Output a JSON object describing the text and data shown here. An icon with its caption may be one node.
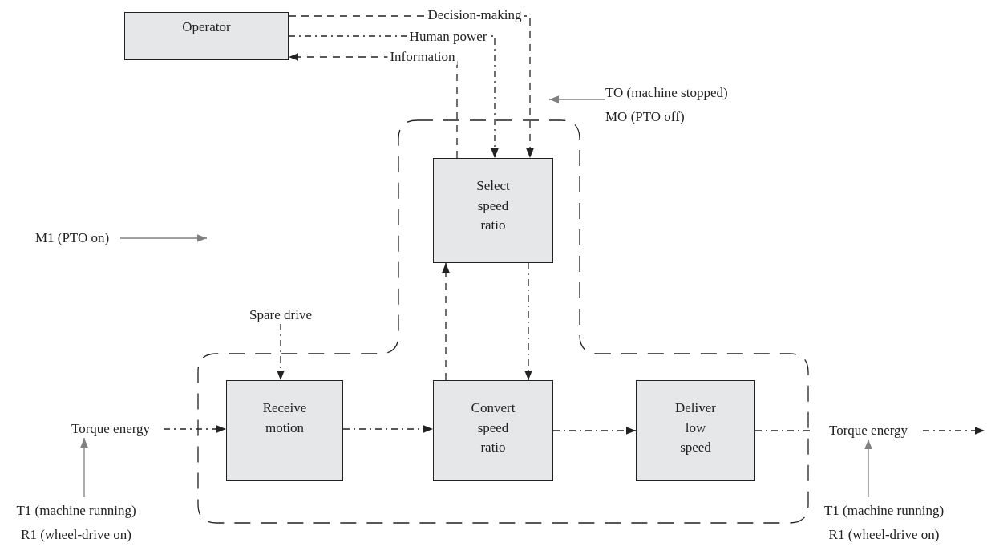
{
  "diagram": {
    "nodes": [
      {
        "text": [
          "Operator"
        ]
      },
      {
        "text": [
          "Select speed ratio"
        ]
      },
      {
        "text": [
          "Receive motion"
        ]
      },
      {
        "text": [
          "Convert speed ratio"
        ]
      },
      {
        "text": [
          "Deliver low speed"
        ]
      },
      {
        "text": [
          "Spare drive"
        ]
      },
      {
        "text": [
          "Torque energy"
        ]
      },
      {
        "text": [
          "Torque energy"
        ]
      },
      {
        "text": [
          "TO (machine stopped)",
          "MO (PTO off)"
        ]
      },
      {
        "text": [
          "M1 (PTO on)"
        ]
      },
      {
        "text": [
          "T1 (machine running)",
          "R1 (wheel-drive on)"
        ]
      },
      {
        "text": [
          "T1 (machine running)",
          "R1 (wheel-drive on)"
        ]
      }
    ],
    "edges": [
      {
        "from": 0,
        "to": 1,
        "arrow": "to",
        "label": "Decision-making",
        "style": "dashed"
      },
      {
        "from": 0,
        "to": 1,
        "arrow": "to",
        "label": "Human power",
        "style": "dashed"
      },
      {
        "from": 1,
        "to": 0,
        "arrow": "to",
        "label": "Information",
        "style": "dashed"
      },
      {
        "from": 5,
        "to": 2,
        "arrow": "to",
        "style": "dashed"
      },
      {
        "from": 6,
        "to": 2,
        "arrow": "to",
        "style": "dashed"
      },
      {
        "from": 2,
        "to": 3,
        "arrow": "to",
        "style": "dashed"
      },
      {
        "from": 3,
        "to": 1,
        "arrow": "to",
        "style": "dashed"
      },
      {
        "from": 1,
        "to": 3,
        "arrow": "to",
        "style": "dashed"
      },
      {
        "from": 3,
        "to": 4,
        "arrow": "to",
        "style": "dashed"
      },
      {
        "from": 4,
        "to": 7,
        "arrow": "none",
        "style": "dashed"
      },
      {
        "from": 7,
        "to": null,
        "arrow": "to",
        "style": "dashed"
      },
      {
        "from": 8,
        "to": null,
        "arrow": "to",
        "color": "#808080"
      },
      {
        "from": 9,
        "to": null,
        "arrow": "to",
        "color": "#808080"
      },
      {
        "from": 10,
        "to": 6,
        "arrow": "to",
        "color": "#808080"
      },
      {
        "from": 11,
        "to": 7,
        "arrow": "to",
        "color": "#808080"
      }
    ]
  }
}
